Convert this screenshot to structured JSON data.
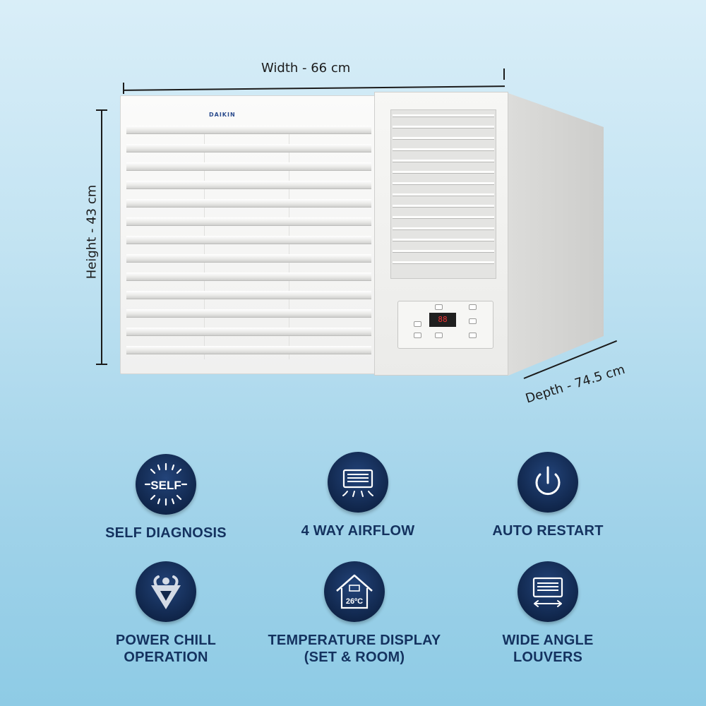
{
  "dimensions": {
    "width_label": "Width - 66 cm",
    "height_label": "Height - 43 cm",
    "depth_label": "Depth - 74.5 cm"
  },
  "product": {
    "brand_logo": "DAIKIN",
    "display_reading": "88"
  },
  "features": [
    {
      "icon": "self-diagnosis-icon",
      "icon_text": "SELF",
      "line1": "SELF DIAGNOSIS",
      "line2": ""
    },
    {
      "icon": "four-way-airflow-icon",
      "line1": "4 WAY AIRFLOW",
      "line2": ""
    },
    {
      "icon": "power-icon",
      "line1": "AUTO RESTART",
      "line2": ""
    },
    {
      "icon": "power-chill-icon",
      "line1": "POWER CHILL",
      "line2": "OPERATION"
    },
    {
      "icon": "temperature-display-icon",
      "icon_text": "26ºC",
      "line1": "TEMPERATURE DISPLAY",
      "line2": "(SET & ROOM)"
    },
    {
      "icon": "wide-angle-louvers-icon",
      "line1": "WIDE ANGLE",
      "line2": "LOUVERS"
    }
  ],
  "colors": {
    "icon_circle": "#10264b",
    "label_text": "#14325f",
    "background_top": "#d9eef8",
    "background_bottom": "#8ecbe5"
  }
}
